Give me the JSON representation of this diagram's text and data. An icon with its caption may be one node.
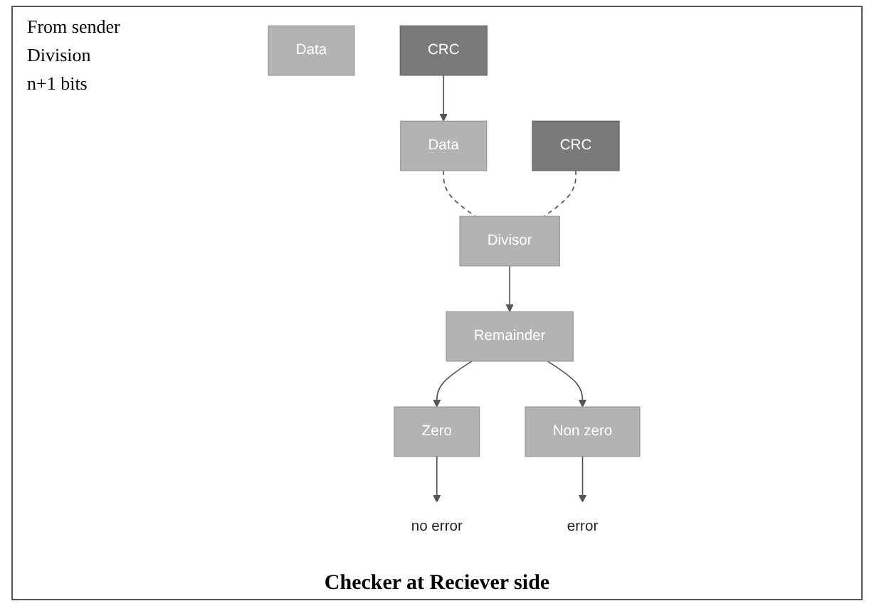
{
  "diagram": {
    "caption": "Checker at Reciever side",
    "nodes": [
      {
        "text": [
          "Data"
        ]
      },
      {
        "text": [
          "CRC"
        ]
      },
      {
        "text": [
          "Data"
        ]
      },
      {
        "text": [
          "CRC"
        ]
      },
      {
        "text": [
          "Divisor"
        ]
      },
      {
        "text": [
          "Remainder"
        ]
      },
      {
        "text": [
          "Zero"
        ]
      },
      {
        "text": [
          "Non zero"
        ]
      },
      {
        "text": [
          "no error"
        ]
      },
      {
        "text": [
          "error"
        ]
      }
    ],
    "edges": [
      {
        "from": 1,
        "to": 2,
        "arrow": "to"
      },
      {
        "from": 2,
        "to": 4,
        "arrow": "none",
        "style": "dashed"
      },
      {
        "from": 3,
        "to": 4,
        "arrow": "none",
        "style": "dashed"
      },
      {
        "from": 4,
        "to": 5,
        "arrow": "to"
      },
      {
        "from": 5,
        "to": 6,
        "arrow": "to"
      },
      {
        "from": 5,
        "to": 7,
        "arrow": "to"
      },
      {
        "from": 6,
        "to": 8,
        "arrow": "to"
      },
      {
        "from": 7,
        "to": 9,
        "arrow": "to"
      }
    ],
    "labels": [
      "From sender",
      "Division",
      "n+1 bits"
    ]
  }
}
